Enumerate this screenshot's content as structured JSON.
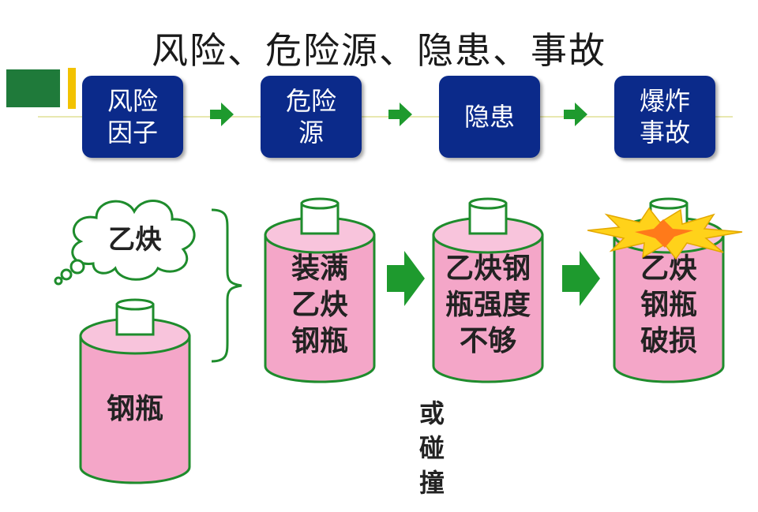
{
  "title": "风险、危险源、隐患、事故",
  "steps": [
    {
      "label": "风险因子"
    },
    {
      "label": "危险源"
    },
    {
      "label": "隐患"
    },
    {
      "label": "爆炸事故"
    }
  ],
  "thought_bubble": {
    "label": "乙炔"
  },
  "cylinders": [
    {
      "label": "钢瓶"
    },
    {
      "label": "装满乙炔钢瓶"
    },
    {
      "label": "乙炔钢瓶强度不够"
    },
    {
      "label": "乙炔钢瓶破损"
    }
  ],
  "alternative_note": "或碰撞",
  "colors": {
    "step_box": "#0b2a8a",
    "arrow_green": "#1e9a2e",
    "cylinder_pink": "#f4a6c8",
    "cylinder_rim": "#1e8c2c",
    "cap": "#ffffff"
  }
}
